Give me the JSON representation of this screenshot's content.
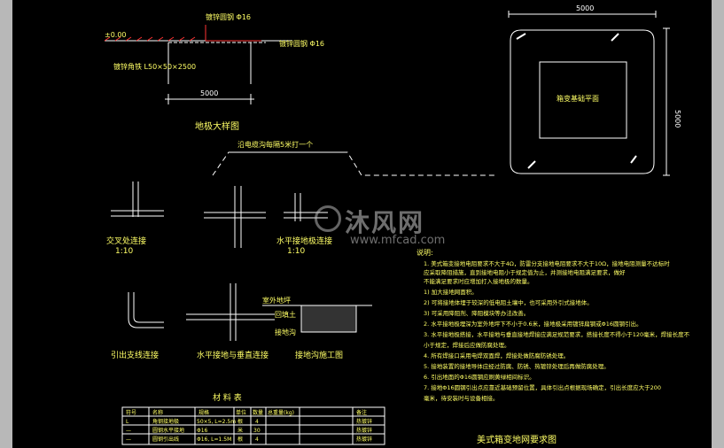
{
  "drawing": {
    "title": "美式箱变地网要求图",
    "colors": {
      "background": "#000000",
      "line": "#ffffff",
      "text": "#ffff66",
      "dim": "#ffffff",
      "sidebar": "#b8b8b8"
    }
  },
  "details": {
    "ground_detail_title": "地极大样图",
    "elev_label": "±0.00",
    "rod_label_1": "镀锌圆钢 Φ16",
    "rod_label_2": "镀锌圆钢 Φ16",
    "angle_label": "镀锌角铁 L50×50×2500",
    "dim_5000_small": "5000",
    "trench_note": "沿电缆沟每隔5米打一个",
    "plan_dim_top": "5000",
    "plan_dim_right": "5000",
    "box_label": "箱变基础平面",
    "cross_title": "交叉处连接",
    "cross_scale": "1:10",
    "horiz_title": "水平接地极连接",
    "horiz_scale": "1:10",
    "branch_title": "引出支线连接",
    "hv_title": "水平接地与垂直连接",
    "trench_title": "接地沟施工图",
    "outdoor_label": "室外地坪",
    "backfill_label": "回填土",
    "ground_label": "接地沟"
  },
  "notes": {
    "heading": "说明:",
    "lines": [
      "1. 美式箱变接地电阻要求不大于4Ω，防雷分支接地电阻要求不大于10Ω，接地电阻测量不达标时",
      "   应采取降阻措施，直到接地电阻小于规定值为止，并测接地电阻满足要求，做好",
      "   不能满足要求时应增加打入接地极的数量。",
      "1) 加大接地网面积。",
      "2) 可将接地体埋于较深的低电阻土壤中，也可采用外引式接地体。",
      "3) 可采用降阻剂、降阻模块等办法改善。",
      "2. 水平接地极埋深为室外地坪下不小于0.6米，接地极采用镀锌扁钢或Φ16圆钢引出。",
      "3. 水平接地极搭接，水平接地与垂直接地焊接应满足规范要求，搭接长度不得小于120毫米，焊接长度不",
      "   小于规定，焊接后应做防腐处理。",
      "4. 所有焊接口采用电焊双面焊，焊接处做防腐防锈处理。",
      "5. 接地装置的接地导体应经过防腐、防锈、热镀锌处理后再做防腐处理。",
      "6. 引出地面的Φ16圆钢应刷黄绿相间标识。",
      "7. 接地Φ16圆钢引出点应靠近基础预留位置，具体引出点根据现场确定，引出长度应大于200",
      "   毫米，待安装时与设备相接。"
    ]
  },
  "material_table": {
    "title": "材 料 表",
    "headers": [
      "符号",
      "名称",
      "规格",
      "单位",
      "数量",
      "总重量(kg)",
      "备注"
    ],
    "rows": [
      [
        "L",
        "角钢接地极",
        "50×5, L=2.5m",
        "根",
        "4",
        "",
        "热镀锌"
      ],
      [
        "—",
        "圆钢水平接地",
        "Φ16",
        "米",
        "30",
        "",
        "热镀锌"
      ],
      [
        "—",
        "圆钢引出线",
        "Φ16, L=1.5M",
        "根",
        "4",
        "",
        "热镀锌"
      ]
    ]
  },
  "watermark": {
    "main": "沐风网",
    "sub": "www.mfcad.com"
  }
}
